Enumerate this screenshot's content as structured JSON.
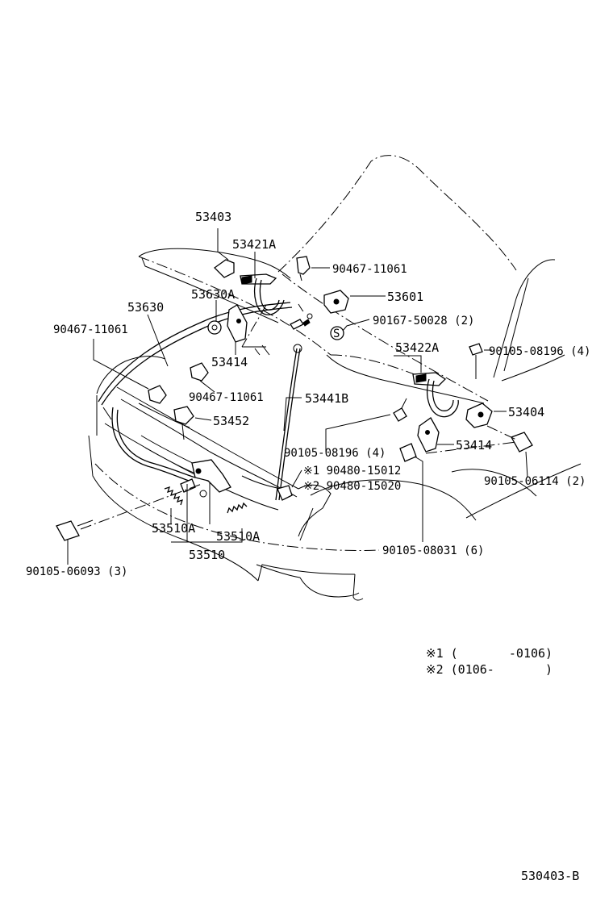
{
  "labels": {
    "p53403": "53403",
    "p53421A": "53421A",
    "p90467_top": "90467-11061",
    "p53601": "53601",
    "p53630A": "53630A",
    "p53630": "53630",
    "p90167": "90167-50028 (2)",
    "p90467_left": "90467-11061",
    "p53414_left": "53414",
    "p53422A": "53422A",
    "p90105_08196_top": "90105-08196 (4)",
    "p90467_mid": "90467-11061",
    "p53441B": "53441B",
    "p53404": "53404",
    "p53452": "53452",
    "p90105_08196_mid": "90105-08196 (4)",
    "p53414_right": "53414",
    "note1_part": "※1 90480-15012",
    "note2_part": "※2 90480-15020",
    "p90105_06114": "90105-06114 (2)",
    "p53510A_left": "53510A",
    "p53510A_right": "53510A",
    "p53510": "53510",
    "p90105_08031": "90105-08031 (6)",
    "p90105_06093": "90105-06093 (3)"
  },
  "legend": {
    "row1": "※1 (       -0106)",
    "row2": "※2 (0106-       )"
  },
  "figure_id": "530403-B",
  "icons": {
    "s_marker": "S"
  }
}
